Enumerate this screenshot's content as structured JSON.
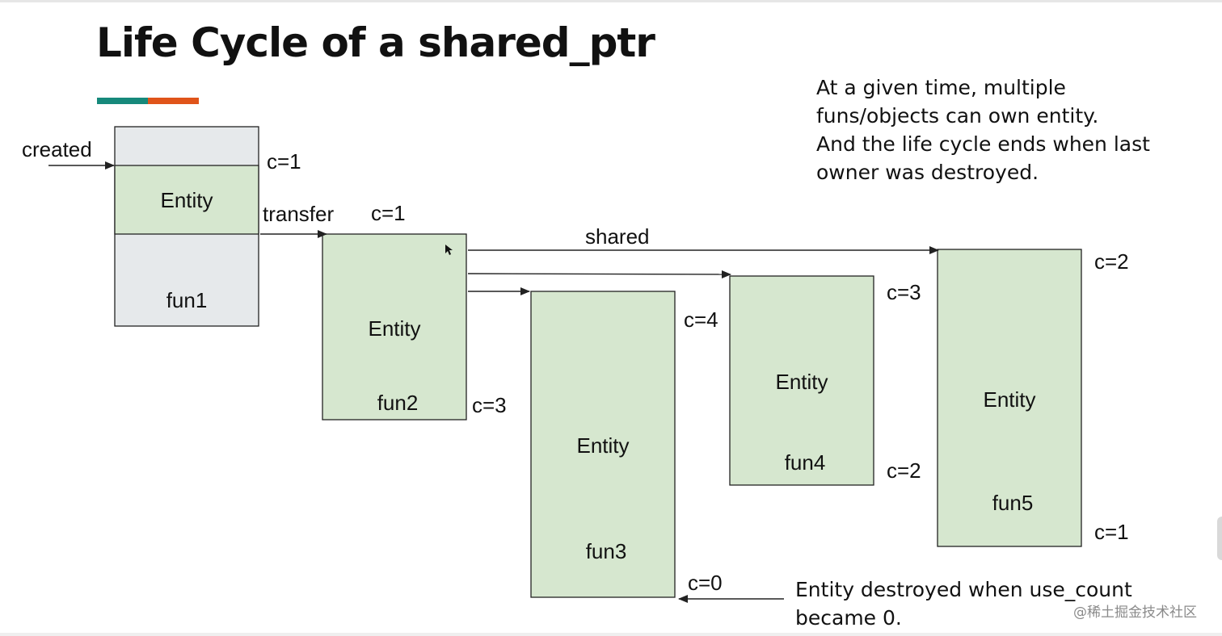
{
  "slide": {
    "title": "Life Cycle of a shared_ptr",
    "accent_colors": [
      "#16897b",
      "#e0541a"
    ],
    "note_top": [
      "At a given time, multiple",
      "funs/objects can own entity.",
      "And the life cycle ends when last",
      "owner was destroyed."
    ],
    "note_bottom": [
      "Entity destroyed when use_count",
      "became 0."
    ]
  },
  "diagram": {
    "colors": {
      "entity_fill": "#d6e7cf",
      "frame_fill": "#e6e9eb",
      "stroke": "#222222"
    },
    "arrow_labels": {
      "created": "created",
      "transfer": "transfer",
      "shared": "shared"
    },
    "boxes": [
      {
        "entity": "Entity",
        "owner": "fun1",
        "counts": [
          "c=1"
        ]
      },
      {
        "entity": "Entity",
        "owner": "fun2",
        "counts": [
          "c=1",
          "c=3"
        ]
      },
      {
        "entity": "Entity",
        "owner": "fun3",
        "counts": [
          "c=4",
          "c=0"
        ]
      },
      {
        "entity": "Entity",
        "owner": "fun4",
        "counts": [
          "c=3",
          "c=2"
        ]
      },
      {
        "entity": "Entity",
        "owner": "fun5",
        "counts": [
          "c=2",
          "c=1"
        ]
      }
    ]
  },
  "footer": {
    "watermark": "@稀土掘金技术社区"
  }
}
